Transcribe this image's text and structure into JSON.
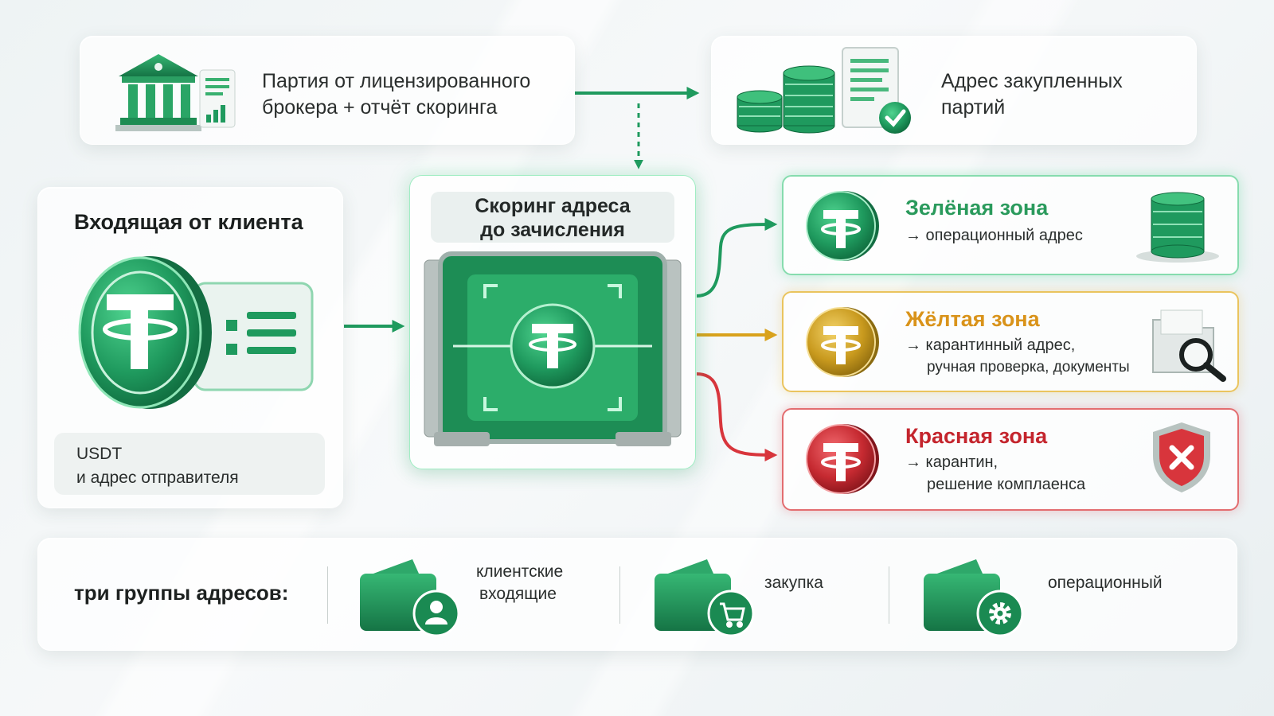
{
  "broker": {
    "text_line1": "Партия от лицензированного",
    "text_line2": "брокера + отчёт скоринга"
  },
  "purchased": {
    "text_line1": "Адрес закупленных",
    "text_line2": "партий"
  },
  "client": {
    "title": "Входящая от клиента",
    "sub_line1": "USDT",
    "sub_line2": "и адрес отправителя"
  },
  "scoring": {
    "title_line1": "Скоринг адреса",
    "title_line2": "до зачисления"
  },
  "zones": {
    "green": {
      "title": "Зелёная зона",
      "desc_line1": "→ операционный адрес",
      "color": "#2a9a5c"
    },
    "yellow": {
      "title": "Жёлтая зона",
      "desc_line1": "→ карантинный адрес,",
      "desc_line2": "ручная проверка, документы",
      "color": "#d9931a"
    },
    "red": {
      "title": "Красная зона",
      "desc_line1": "→ карантин,",
      "desc_line2": "решение комплаенса",
      "color": "#c4252d"
    }
  },
  "groups": {
    "label": "три группы адресов:",
    "client_line1": "клиентские",
    "client_line2": "входящие",
    "purchase": "закупка",
    "operational": "операционный"
  },
  "colors": {
    "accent": "#1f9a5e",
    "accent_dark": "#137043",
    "yellow": "#d9a21c",
    "red": "#d8353c"
  },
  "icons": [
    "bank-icon",
    "report-icon",
    "coin-stack-icon",
    "checklist-icon",
    "tether-coin-icon",
    "card-icon",
    "scanner-icon",
    "folder-search-icon",
    "shield-x-icon",
    "wallet-icon",
    "user-icon",
    "cart-icon",
    "gear-icon"
  ]
}
